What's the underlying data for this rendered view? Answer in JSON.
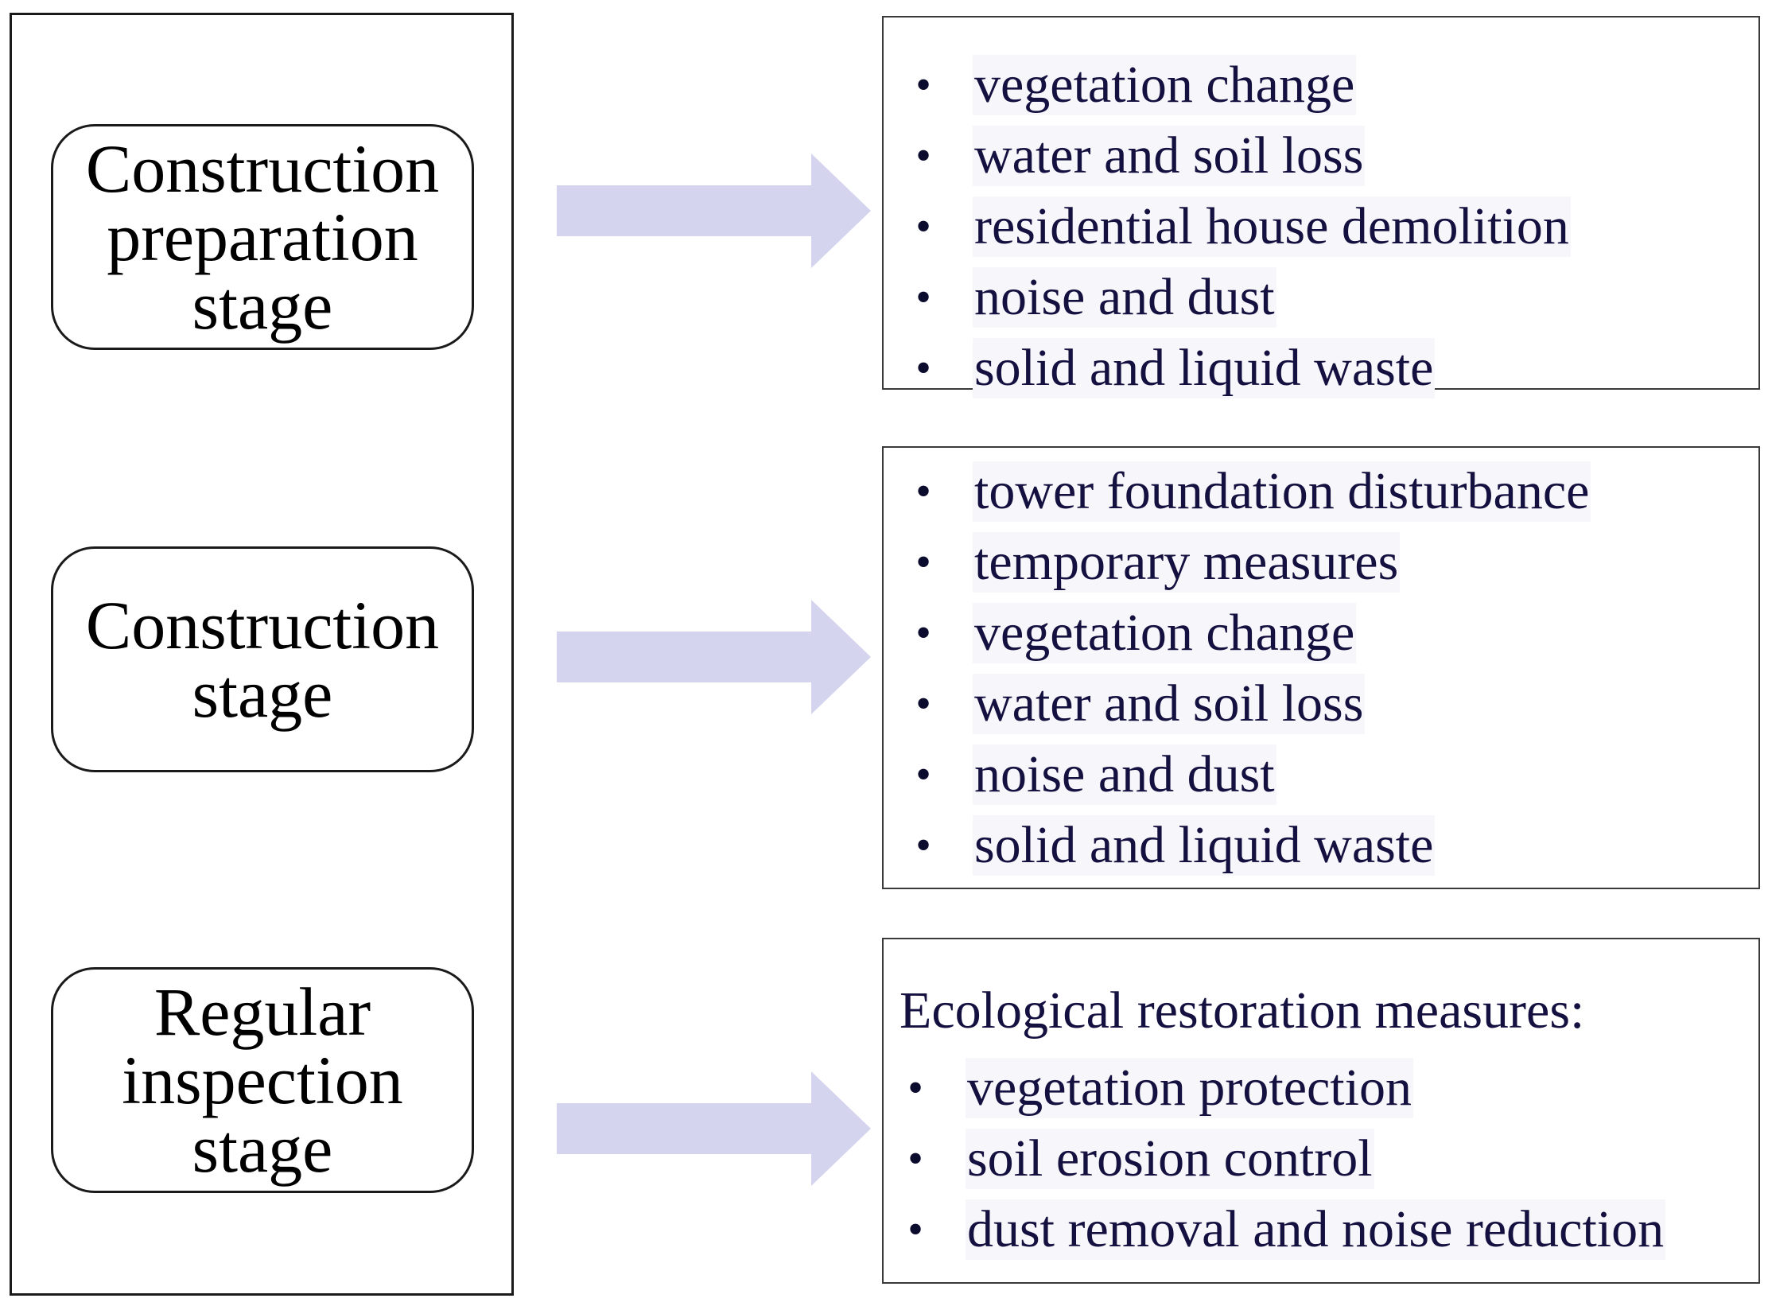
{
  "colors": {
    "arrow": "#d4d4ee",
    "list_text": "#141140",
    "border": "#1a1a1a"
  },
  "stages": [
    {
      "label": "Construction\npreparation\nstage",
      "impacts": [
        "vegetation change",
        "water and soil loss",
        "residential house demolition",
        "noise and dust",
        "solid and liquid waste"
      ]
    },
    {
      "label": "Construction\nstage",
      "impacts": [
        "tower foundation disturbance",
        "temporary measures",
        "vegetation change",
        "water and soil loss",
        "noise and dust",
        "solid and liquid waste"
      ]
    },
    {
      "label": "Regular\ninspection\nstage",
      "heading": "Ecological restoration measures:",
      "impacts": [
        "vegetation protection",
        "soil erosion control",
        "dust removal and noise reduction"
      ]
    }
  ]
}
